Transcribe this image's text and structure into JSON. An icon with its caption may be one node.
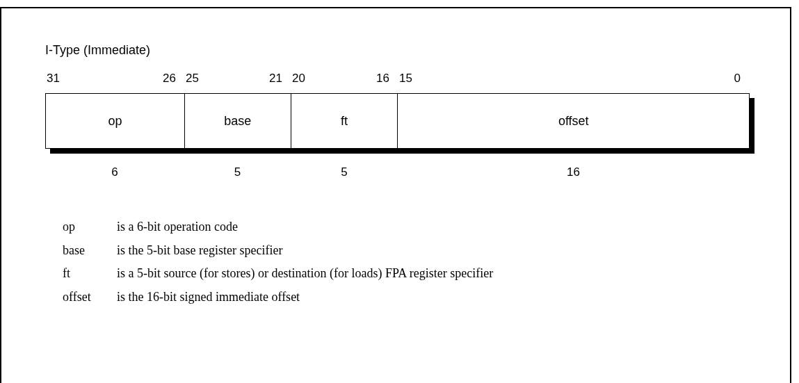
{
  "diagram": {
    "title": "I-Type (Immediate)",
    "nodes": [
      {
        "text": [
          "op"
        ]
      },
      {
        "text": [
          "base"
        ]
      },
      {
        "text": [
          "ft"
        ]
      },
      {
        "text": [
          "offset"
        ]
      }
    ],
    "edges": [],
    "labels": [
      "31",
      "26",
      "25",
      "21",
      "20",
      "16",
      "15",
      "0",
      "6",
      "5",
      "5",
      "16",
      "op",
      "is a 6-bit operation code",
      "base",
      "is the 5-bit base register specifier",
      "ft",
      "is a 5-bit source (for stores) or destination (for loads) FPA register specifier",
      "offset",
      "is the 16-bit signed immediate offset"
    ]
  }
}
